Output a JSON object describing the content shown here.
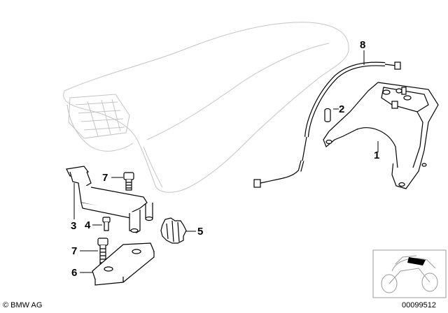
{
  "diagram": {
    "callouts": [
      {
        "id": "label-8",
        "text": "8"
      },
      {
        "id": "label-2",
        "text": "2"
      },
      {
        "id": "label-1",
        "text": "1"
      },
      {
        "id": "label-7a",
        "text": "7"
      },
      {
        "id": "label-3",
        "text": "3"
      },
      {
        "id": "label-4",
        "text": "4"
      },
      {
        "id": "label-5",
        "text": "5"
      },
      {
        "id": "label-7b",
        "text": "7"
      },
      {
        "id": "label-6",
        "text": "6"
      }
    ],
    "footer": {
      "copyright": "© BMW AG",
      "diagram_number": "00099512"
    }
  }
}
